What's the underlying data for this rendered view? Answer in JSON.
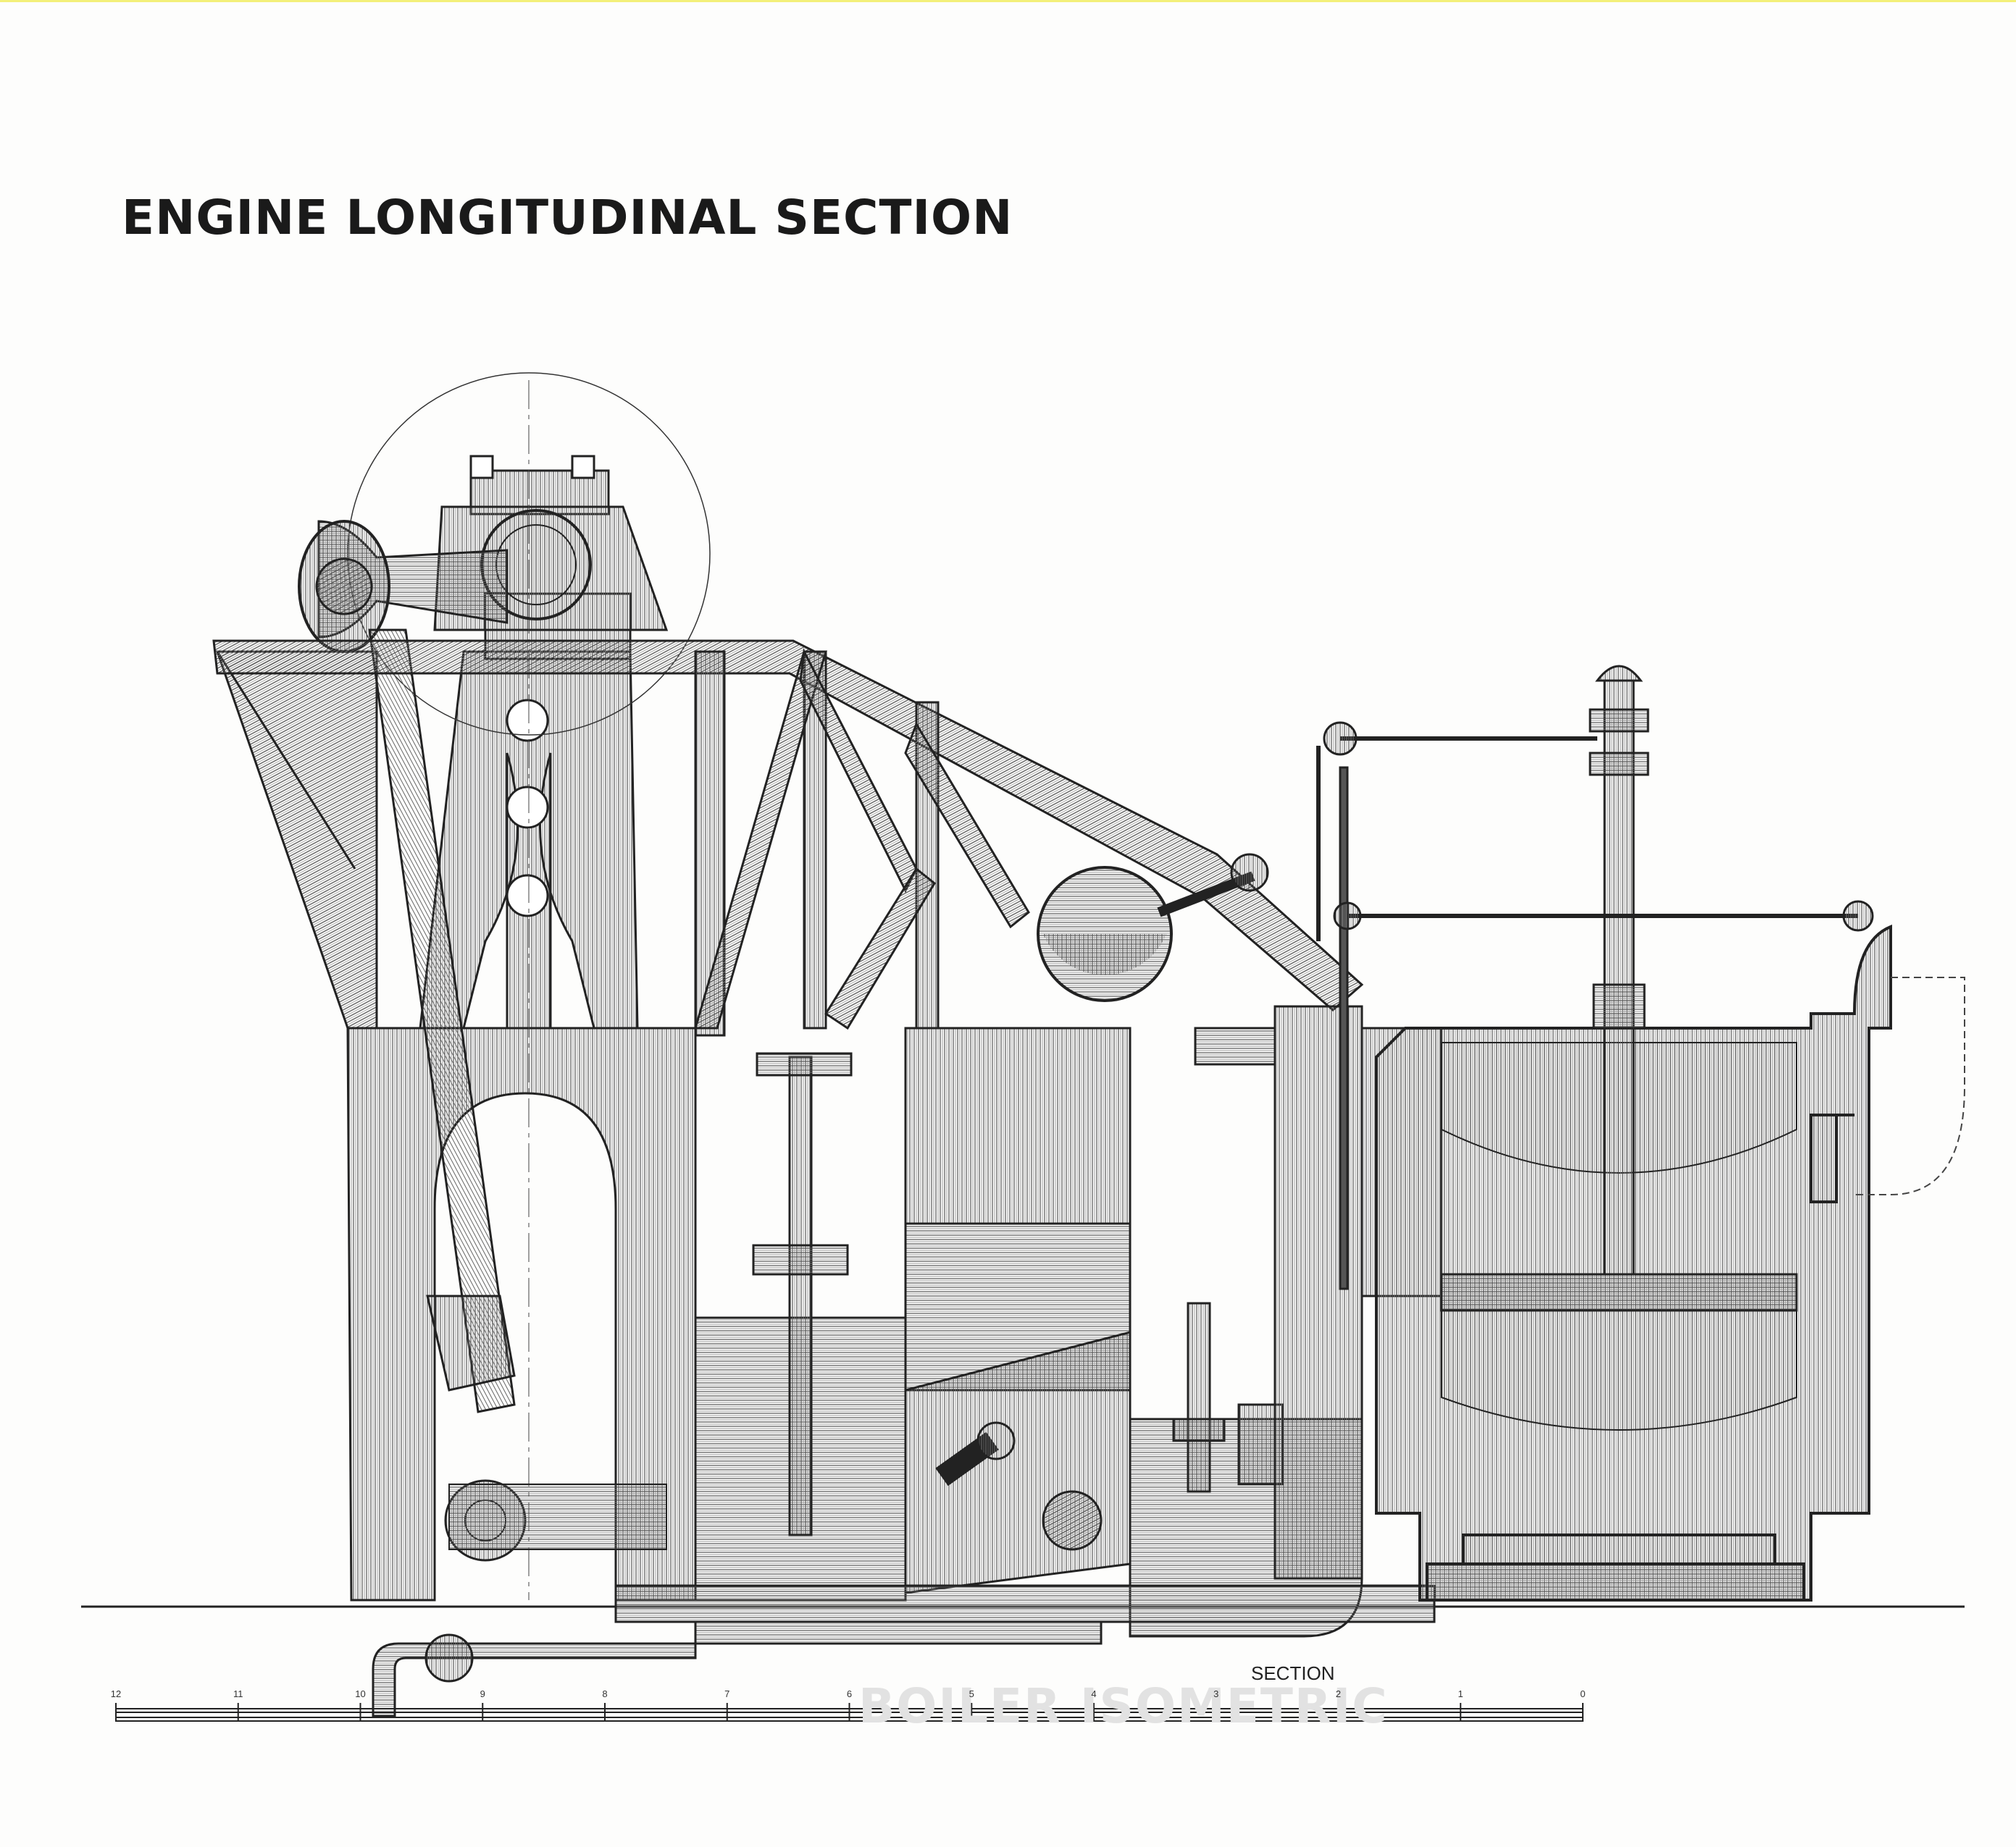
{
  "title": "ENGINE LONGITUDINAL SECTION",
  "section_label": "SECTION",
  "ghost_title": "BOILER ISOMETRIC",
  "scale": {
    "labels": [
      "12",
      "11",
      "10",
      "9",
      "8",
      "7",
      "6",
      "5",
      "4",
      "3",
      "2",
      "1",
      "0"
    ]
  },
  "colors": {
    "ink": "#2a2a2a",
    "paper": "#fdfdfc",
    "hatch": "#5a5a5a"
  }
}
